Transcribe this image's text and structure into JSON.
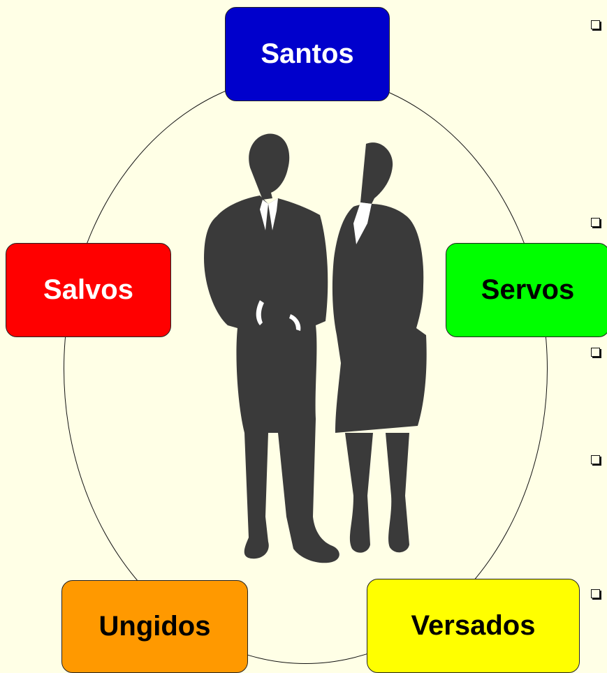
{
  "nodes": {
    "santos": {
      "label": "Santos",
      "color": "#0000cc",
      "text_color": "#ffffff"
    },
    "salvos": {
      "label": "Salvos",
      "color": "#ff0000",
      "text_color": "#ffffff"
    },
    "servos": {
      "label": "Servos",
      "color": "#00ff00",
      "text_color": "#000000"
    },
    "ungidos": {
      "label": "Ungidos",
      "color": "#ff9900",
      "text_color": "#000000"
    },
    "versados": {
      "label": "Versados",
      "color": "#ffff00",
      "text_color": "#000000"
    }
  },
  "background_color": "#ffffe6",
  "illustration": {
    "icon": "business-couple-silhouette-icon",
    "color": "#3a3a3a"
  },
  "bullets": {
    "icon": "checkbox-bullet-icon",
    "count": 5
  }
}
